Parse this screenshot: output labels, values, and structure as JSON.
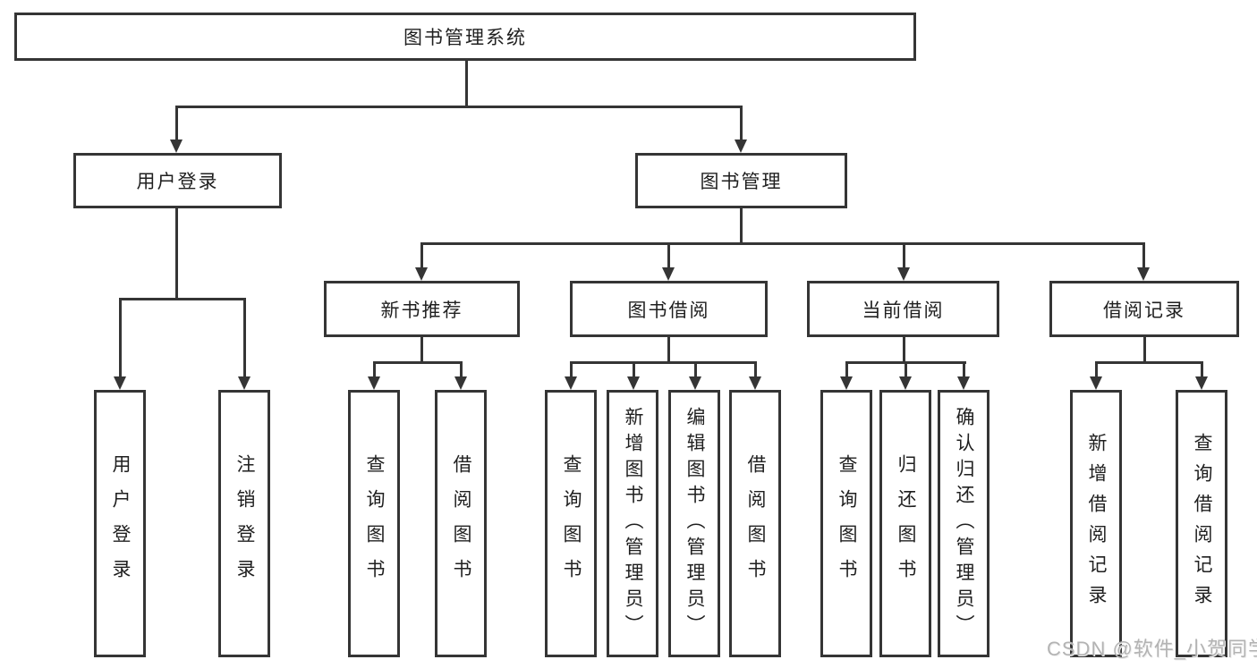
{
  "diagram": {
    "root": {
      "label": "图书管理系统"
    },
    "level2": [
      {
        "label": "用户登录"
      },
      {
        "label": "图书管理"
      }
    ],
    "level3": [
      {
        "label": "新书推荐"
      },
      {
        "label": "图书借阅"
      },
      {
        "label": "当前借阅"
      },
      {
        "label": "借阅记录"
      }
    ],
    "leaves": {
      "login": [
        "用户登录",
        "注销登录"
      ],
      "newbook": [
        "查询图书",
        "借阅图书"
      ],
      "borrow": [
        "查询图书",
        "新增图书（管理员）",
        "编辑图书（管理员）",
        "借阅图书"
      ],
      "current": [
        "查询图书",
        "归还图书",
        "确认归还（管理员）"
      ],
      "records": [
        "新增借阅记录",
        "查询借阅记录"
      ]
    }
  },
  "watermark": "CSDN @软件_小贺同学",
  "colors": {
    "line": "#353535",
    "text": "#1f1f1f",
    "watermark": "#b3b3b3",
    "background": "#ffffff"
  }
}
